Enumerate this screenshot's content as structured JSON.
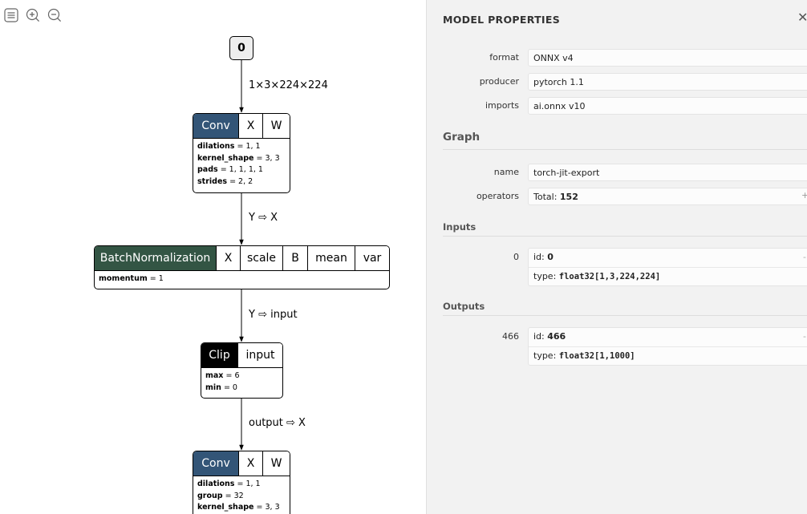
{
  "toolbar": {
    "menu_icon": "hamburger-icon",
    "zoom_in_icon": "zoom-in-icon",
    "zoom_out_icon": "zoom-out-icon"
  },
  "graph": {
    "input_node": "0",
    "edges": [
      "1×3×224×224",
      "Y ⇨ X",
      "Y ⇨ input",
      "output ⇨ X"
    ],
    "nodes": [
      {
        "op": "Conv",
        "inputs": [
          "X",
          "W"
        ],
        "attributes": [
          {
            "name": "dilations",
            "value": "1, 1"
          },
          {
            "name": "kernel_shape",
            "value": "3, 3"
          },
          {
            "name": "pads",
            "value": "1, 1, 1, 1"
          },
          {
            "name": "strides",
            "value": "2, 2"
          }
        ]
      },
      {
        "op": "BatchNormalization",
        "inputs": [
          "X",
          "scale",
          "B",
          "mean",
          "var"
        ],
        "attributes": [
          {
            "name": "momentum",
            "value": "1"
          }
        ]
      },
      {
        "op": "Clip",
        "inputs": [
          "input"
        ],
        "attributes": [
          {
            "name": "max",
            "value": "6"
          },
          {
            "name": "min",
            "value": "0"
          }
        ]
      },
      {
        "op": "Conv",
        "inputs": [
          "X",
          "W"
        ],
        "attributes": [
          {
            "name": "dilations",
            "value": "1, 1"
          },
          {
            "name": "group",
            "value": "32"
          },
          {
            "name": "kernel_shape",
            "value": "3, 3"
          }
        ]
      }
    ],
    "colors": {
      "conv": "#335577",
      "batchnorm": "#335544",
      "clip": "#000000"
    }
  },
  "sidebar": {
    "title": "MODEL PROPERTIES",
    "close": "✕",
    "model": [
      {
        "label": "format",
        "value": "ONNX v4"
      },
      {
        "label": "producer",
        "value": "pytorch 1.1"
      },
      {
        "label": "imports",
        "value": "ai.onnx v10"
      }
    ],
    "graph_section": "Graph",
    "graph_props": [
      {
        "label": "name",
        "value": "torch-jit-export"
      },
      {
        "label": "operators",
        "value_prefix": "Total:",
        "value": "152",
        "expander": "+"
      }
    ],
    "inputs_section": "Inputs",
    "inputs": [
      {
        "name": "0",
        "id_label": "id:",
        "id": "0",
        "type_label": "type:",
        "type": "float32[1,3,224,224]",
        "expander": "-"
      }
    ],
    "outputs_section": "Outputs",
    "outputs": [
      {
        "name": "466",
        "id_label": "id:",
        "id": "466",
        "type_label": "type:",
        "type": "float32[1,1000]",
        "expander": "-"
      }
    ]
  }
}
